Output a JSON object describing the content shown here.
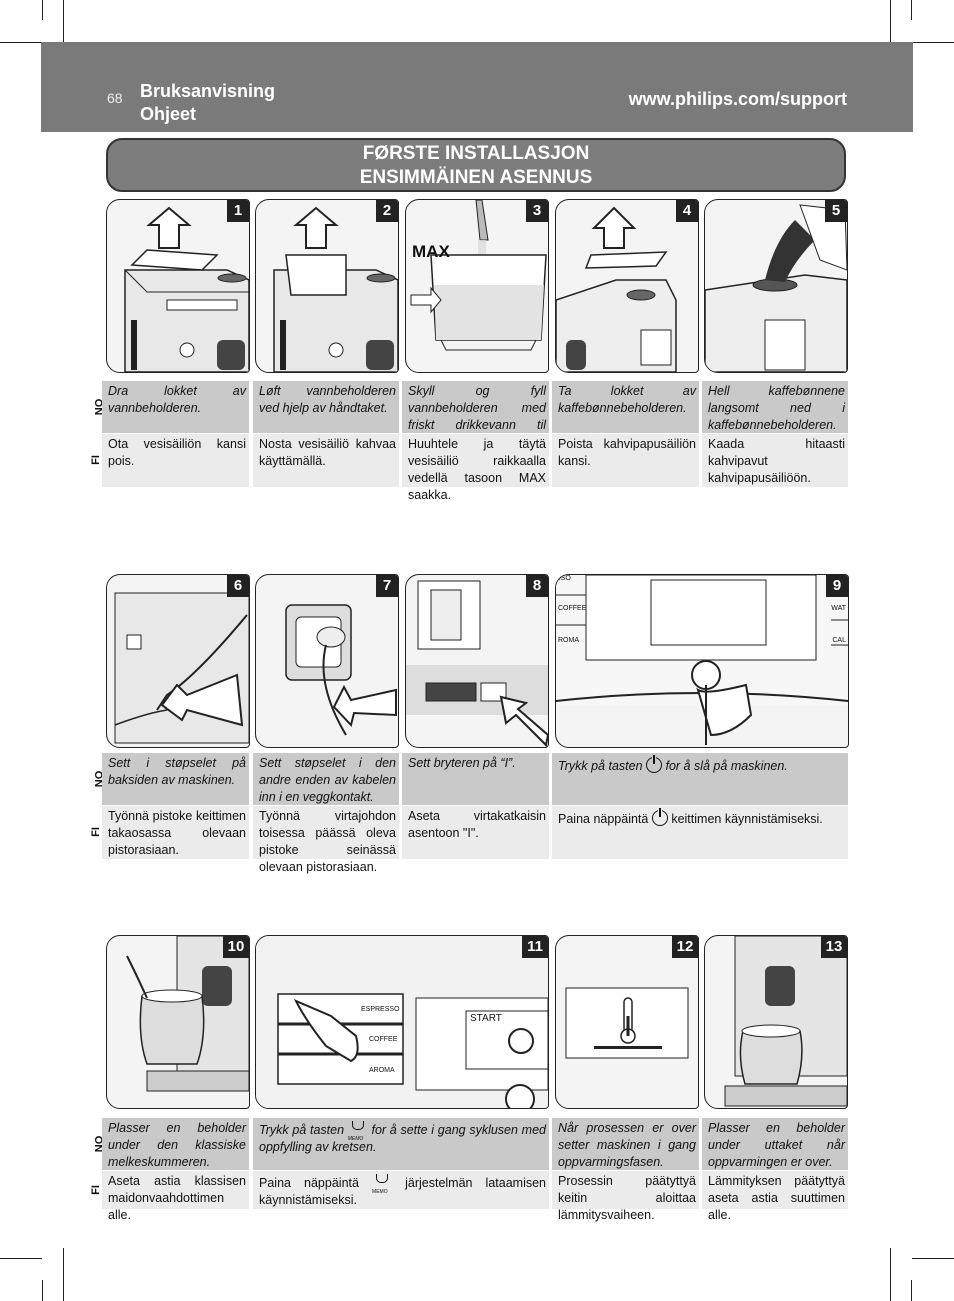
{
  "header": {
    "page_number": "68",
    "title_line1": "Bruksanvisning",
    "title_line2": "Ohjeet",
    "url": "www.philips.com/support"
  },
  "banner": {
    "line1": "FØRSTE INSTALLASJON",
    "line2": "ENSIMMÄINEN ASENNUS"
  },
  "lang": {
    "no": "NO",
    "fi": "FI"
  },
  "steps": [
    {
      "num": "1",
      "no": "Dra lokket av vannbeholderen.",
      "fi": "Ota vesisäiliön kansi pois."
    },
    {
      "num": "2",
      "no": "Løft vannbeholderen ved hjelp av håndtaket.",
      "fi": "Nosta vesisäiliö kahvaa käyttämällä."
    },
    {
      "num": "3",
      "no": "Skyll og fyll vannbeholderen med friskt drikkevann til nivået MAX.",
      "fi": "Huuhtele ja täytä vesisäiliö raikkaalla vedellä tasoon MAX saakka.",
      "label": "MAX"
    },
    {
      "num": "4",
      "no": "Ta lokket av kaffebønnebeholderen.",
      "fi": "Poista kahvipapusäiliön kansi."
    },
    {
      "num": "5",
      "no": "Hell kaffebønnene langsomt ned i kaffebønnebeholderen.",
      "fi": "Kaada hitaasti kahvipavut kahvipapusäiliöön."
    },
    {
      "num": "6",
      "no": "Sett i støpselet på baksiden av maskinen.",
      "fi": "Työnnä pistoke keittimen takaosassa olevaan pistorasiaan."
    },
    {
      "num": "7",
      "no": "Sett støpselet i den andre enden av kabelen inn i en veggkontakt.",
      "fi": "Työnnä virtajohdon toisessa päässä oleva pistoke seinässä olevaan pistorasiaan."
    },
    {
      "num": "8",
      "no": "Sett bryteren på “I”.",
      "fi": "Aseta virtakatkaisin asentoon \"I\"."
    },
    {
      "num": "9",
      "no_a": "Trykk på tasten",
      "no_b": "for å slå på maskinen.",
      "fi_a": "Paina näppäintä",
      "fi_b": "keittimen käynnistämiseksi.",
      "labels": [
        "SSO",
        "COFFEE",
        "ROMA",
        "WAT",
        "CAL"
      ]
    },
    {
      "num": "10",
      "no": "Plasser en beholder under den klassiske melkeskummeren.",
      "fi": "Aseta astia klassisen maidonvaahdottimen alle."
    },
    {
      "num": "11",
      "no_a": "Trykk på tasten",
      "no_b": "for å sette i gang syklusen med oppfylling av kretsen.",
      "fi_a": "Paina näppäintä",
      "fi_b": "järjestelmän lataamisen käynnistämiseksi.",
      "icon_label": "MEMO",
      "labels": [
        "ESPRESSO",
        "COFFEE",
        "AROMA"
      ],
      "display": "START"
    },
    {
      "num": "12",
      "no": "Når prosessen er over setter maskinen i gang oppvarmingsfasen.",
      "fi": "Prosessin päätyttyä keitin aloittaa lämmitysvaiheen."
    },
    {
      "num": "13",
      "no": "Plasser en beholder under uttaket når oppvarmingen er over.",
      "fi": "Lämmityksen päätyttyä aseta astia suuttimen alle."
    }
  ]
}
